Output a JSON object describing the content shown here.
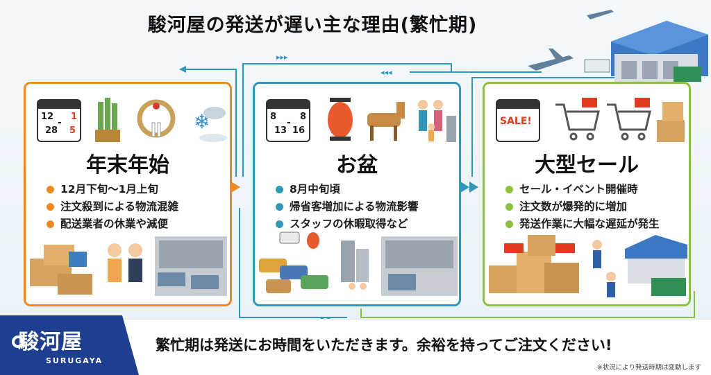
{
  "title": "駿河屋の発送が遅い主な理由(繁忙期)",
  "cards": [
    {
      "calendar": {
        "start_month": "12",
        "start_day": "28",
        "end_month": "1",
        "end_day": "5"
      },
      "heading": "年末年始",
      "bullets": [
        "12月下旬〜1月上旬",
        "注文殺到による物流混雑",
        "配送業者の休業や減便"
      ],
      "icons": [
        "kadomatsu-icon",
        "shimekazari-icon",
        "snow-icon"
      ]
    },
    {
      "calendar": {
        "start_month": "8",
        "start_day": "13",
        "end_month": "8",
        "end_day": "16"
      },
      "heading": "お盆",
      "bullets": [
        "8月中旬頃",
        "帰省客増加による物流影響",
        "スタッフの休暇取得など"
      ],
      "icons": [
        "lantern-icon",
        "horse-icon",
        "family-icon"
      ]
    },
    {
      "calendar_label": "SALE!",
      "heading": "大型セール",
      "bullets": [
        "セール・イベント開催時",
        "注文数が爆発的に増加",
        "発送作業に大幅な遅延が発生"
      ],
      "icons": [
        "cart-icon",
        "cart-icon",
        "boxes-icon"
      ]
    }
  ],
  "footer": {
    "logo": "駿河屋",
    "logo_sub": "SURUGAYA",
    "message": "繁忙期は発送にお時間をいただきます。余裕を持ってご注文ください!",
    "note": "※状況により発送時期は変動します"
  },
  "colors": {
    "orange": "#ef8a22",
    "teal": "#2f97b8",
    "green": "#8cc13f",
    "navy": "#1e3f8f"
  }
}
